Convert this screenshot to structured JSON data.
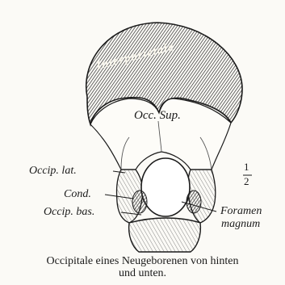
{
  "labels": {
    "interparietale": "Interparietale",
    "occ_sup": "Occ. Sup.",
    "occip_lat": "Occip. lat.",
    "cond": "Cond.",
    "occip_bas": "Occip. bas.",
    "foramen_line1": "Foramen",
    "foramen_line2": "magnum",
    "scale_num": "1",
    "scale_den": "2"
  },
  "caption": {
    "line1": "Occipitale eines Neugeborenen von hinten",
    "line2": "und unten."
  }
}
